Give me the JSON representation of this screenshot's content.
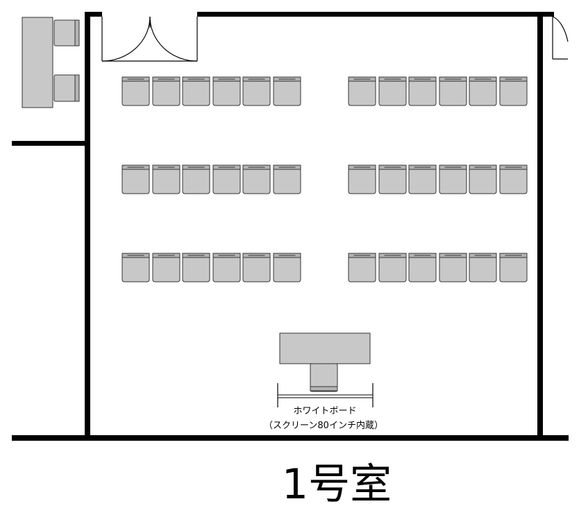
{
  "whiteboard": {
    "line1": "ホワイトボード",
    "line2": "（スクリーン80インチ内蔵）"
  },
  "room_title": "1号室",
  "colors": {
    "wall": "#000000",
    "furniture_fill": "#c8c8c8",
    "furniture_stroke": "#333333",
    "background": "#ffffff"
  }
}
